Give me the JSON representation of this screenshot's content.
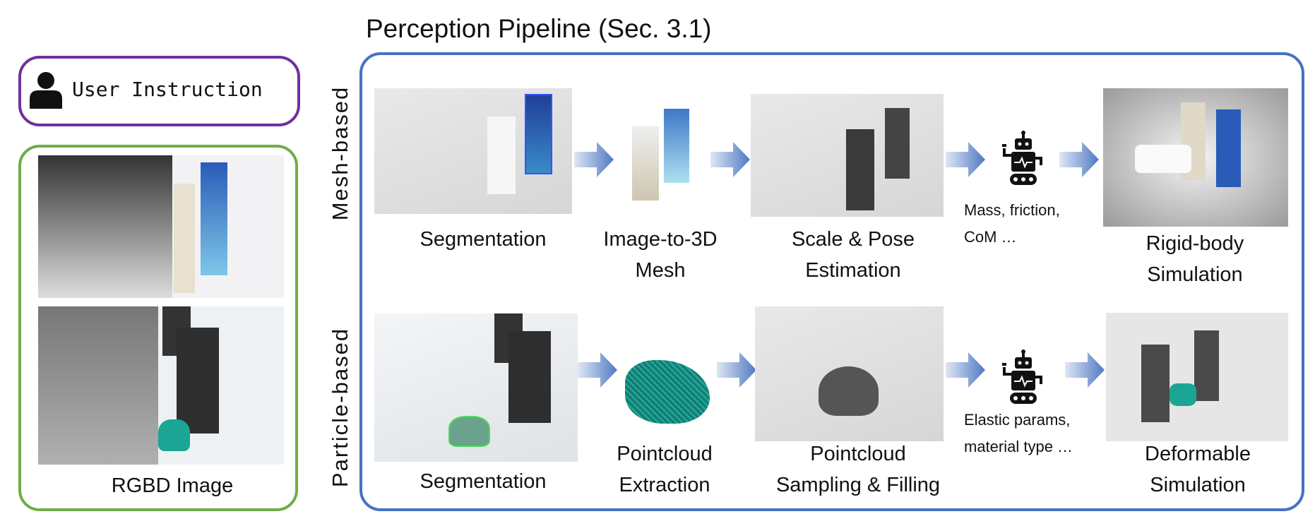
{
  "title": "Perception Pipeline (Sec. 3.1)",
  "user_instruction": {
    "label": "User Instruction",
    "icon": "user-icon"
  },
  "rgbd": {
    "label": "RGBD Image"
  },
  "rows": {
    "mesh": {
      "label": "Mesh-based",
      "steps": {
        "segmentation": "Segmentation",
        "image_to_3d_1": "Image-to-3D",
        "image_to_3d_2": "Mesh",
        "scale_pose_1": "Scale & Pose",
        "scale_pose_2": "Estimation",
        "params_1": "Mass, friction,",
        "params_2": "CoM …",
        "sim_1": "Rigid-body",
        "sim_2": "Simulation"
      }
    },
    "particle": {
      "label": "Particle-based",
      "steps": {
        "segmentation": "Segmentation",
        "extraction_1": "Pointcloud",
        "extraction_2": "Extraction",
        "sampling_1": "Pointcloud",
        "sampling_2": "Sampling & Filling",
        "params_1": "Elastic params,",
        "params_2": "material type …",
        "sim_1": "Deformable",
        "sim_2": "Simulation"
      }
    }
  },
  "colors": {
    "purple": "#7030a0",
    "green": "#70ad47",
    "blue": "#4472c4",
    "teal": "#1a9a8a"
  }
}
